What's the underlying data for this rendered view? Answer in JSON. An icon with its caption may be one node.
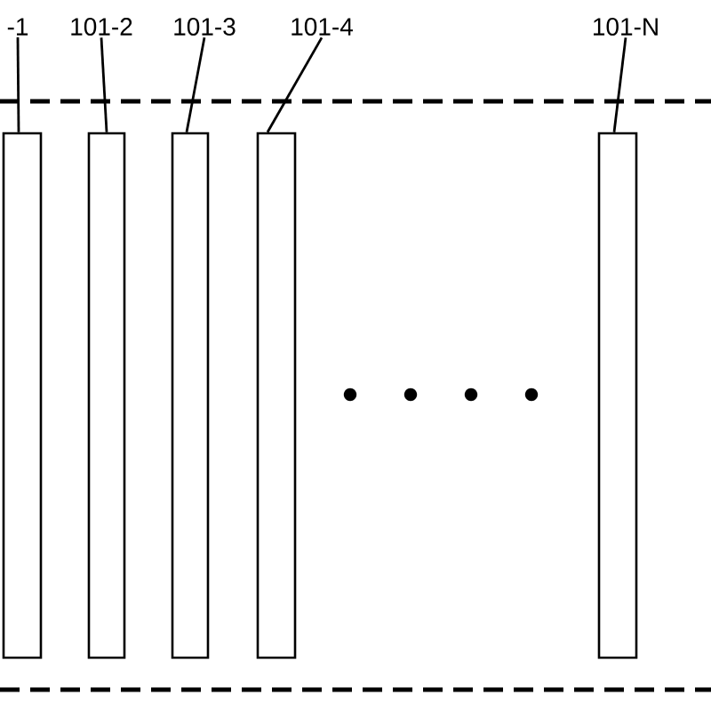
{
  "diagram": {
    "nodes": [
      {
        "text": [
          "-1"
        ]
      },
      {
        "text": [
          "101-2"
        ]
      },
      {
        "text": [
          "101-3"
        ]
      },
      {
        "text": [
          "101-4"
        ]
      },
      {
        "text": [
          "101-N"
        ]
      },
      {
        "text": [],
        "shape": "bar"
      },
      {
        "text": [],
        "shape": "bar"
      },
      {
        "text": [],
        "shape": "bar"
      },
      {
        "text": [],
        "shape": "bar"
      },
      {
        "text": [],
        "shape": "bar"
      }
    ],
    "edges": [
      {
        "from": 0,
        "to": 5,
        "arrow": "none"
      },
      {
        "from": 1,
        "to": 6,
        "arrow": "none"
      },
      {
        "from": 2,
        "to": 7,
        "arrow": "none"
      },
      {
        "from": 3,
        "to": 8,
        "arrow": "none"
      },
      {
        "from": 4,
        "to": 9,
        "arrow": "none"
      }
    ]
  }
}
